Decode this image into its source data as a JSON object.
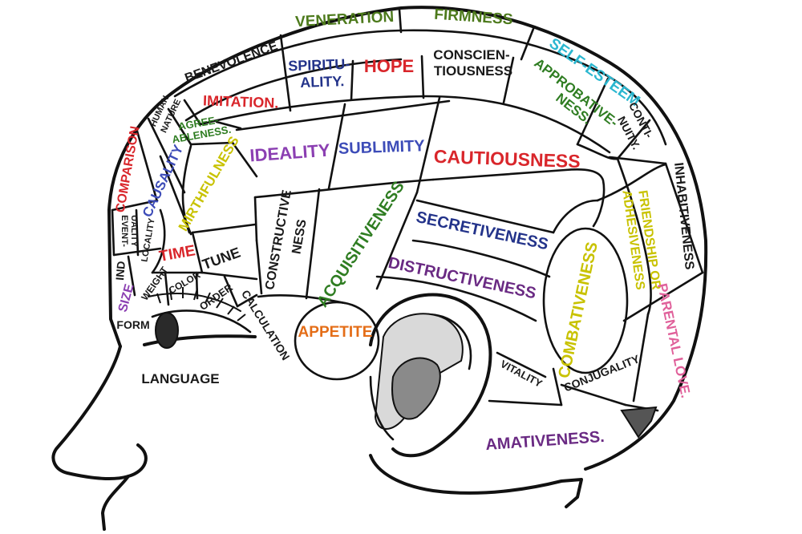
{
  "colors": {
    "red": "#d9262b",
    "green": "#2f7d22",
    "olive": "#4d7a1c",
    "purple": "#6a2a83",
    "violet": "#8b3fb2",
    "blue": "#3d4cb8",
    "navy": "#23338a",
    "orange": "#e46d17",
    "yellow": "#c8c200",
    "cyan": "#2bb7d0",
    "pink": "#e0609a",
    "black": "#1a1a1a"
  },
  "faculties": [
    {
      "id": "veneration",
      "text": "VENERATION",
      "color": "olive"
    },
    {
      "id": "firmness",
      "text": "FIRMNESS",
      "color": "olive"
    },
    {
      "id": "benevolence",
      "text": "BENEVOLENCE",
      "color": "black"
    },
    {
      "id": "spirituality-1",
      "text": "SPIRITU-",
      "color": "navy"
    },
    {
      "id": "spirituality-2",
      "text": "ALITY.",
      "color": "navy"
    },
    {
      "id": "hope",
      "text": "HOPE",
      "color": "red"
    },
    {
      "id": "conscientiousness-1",
      "text": "CONSCIEN-",
      "color": "black"
    },
    {
      "id": "conscientiousness-2",
      "text": "TIOUSNESS",
      "color": "black"
    },
    {
      "id": "self-esteem",
      "text": "SELF-ESTEEM",
      "color": "cyan"
    },
    {
      "id": "approbativeness-1",
      "text": "APPROBATIVE-",
      "color": "green"
    },
    {
      "id": "approbativeness-2",
      "text": "NESS.",
      "color": "green"
    },
    {
      "id": "human-nature-1",
      "text": "HUMAN",
      "color": "black"
    },
    {
      "id": "human-nature-2",
      "text": "NATURE",
      "color": "black"
    },
    {
      "id": "imitation",
      "text": "IMITATION.",
      "color": "red"
    },
    {
      "id": "agreeableness-1",
      "text": "AGREE-",
      "color": "green"
    },
    {
      "id": "agreeableness-2",
      "text": "ABLENESS.",
      "color": "green"
    },
    {
      "id": "continuity-1",
      "text": "CONTI-",
      "color": "black"
    },
    {
      "id": "continuity-2",
      "text": "NUITY.",
      "color": "black"
    },
    {
      "id": "comparison",
      "text": "COMPARISON",
      "color": "red"
    },
    {
      "id": "causality",
      "text": "CAUSALITY",
      "color": "blue"
    },
    {
      "id": "mirthfulness",
      "text": "MIRTHFULNESS",
      "color": "yellow"
    },
    {
      "id": "ideality",
      "text": "IDEALITY",
      "color": "violet"
    },
    {
      "id": "sublimity",
      "text": "SUBLIMITY",
      "color": "blue"
    },
    {
      "id": "cautiousness",
      "text": "CAUTIOUSNESS",
      "color": "red"
    },
    {
      "id": "inhabitiveness",
      "text": "INHABITIVENESS",
      "color": "black"
    },
    {
      "id": "friendship-1",
      "text": "FRIENDSHIP OR",
      "color": "yellow"
    },
    {
      "id": "friendship-2",
      "text": "ADHESIVENESS",
      "color": "yellow"
    },
    {
      "id": "eventuality-1",
      "text": "EVENT-",
      "color": "black"
    },
    {
      "id": "eventuality-2",
      "text": "UALITY",
      "color": "black"
    },
    {
      "id": "individuality",
      "text": "IND",
      "color": "black"
    },
    {
      "id": "locality",
      "text": "LOCALITY",
      "color": "black"
    },
    {
      "id": "time",
      "text": "TIME",
      "color": "red"
    },
    {
      "id": "tune",
      "text": "TUNE",
      "color": "black"
    },
    {
      "id": "constructiveness-1",
      "text": "CONSTRUCTIVE",
      "color": "black"
    },
    {
      "id": "constructiveness-2",
      "text": "NESS",
      "color": "black"
    },
    {
      "id": "acquisitiveness",
      "text": "ACQUISITIVENESS",
      "color": "green"
    },
    {
      "id": "secretiveness",
      "text": "SECRETIVENESS",
      "color": "navy"
    },
    {
      "id": "destructiveness",
      "text": "DISTRUCTIVENESS",
      "color": "purple"
    },
    {
      "id": "combativeness",
      "text": "COMBATIVENESS",
      "color": "yellow"
    },
    {
      "id": "parental-love",
      "text": "PARENTAL LOVE.",
      "color": "pink"
    },
    {
      "id": "size",
      "text": "SIZE",
      "color": "violet"
    },
    {
      "id": "weight",
      "text": "WEIGHT",
      "color": "black"
    },
    {
      "id": "color",
      "text": "COLOR",
      "color": "black"
    },
    {
      "id": "order",
      "text": "ORDER",
      "color": "black"
    },
    {
      "id": "calculation",
      "text": "CALCULATION",
      "color": "black"
    },
    {
      "id": "form",
      "text": "FORM",
      "color": "black"
    },
    {
      "id": "language",
      "text": "LANGUAGE",
      "color": "black"
    },
    {
      "id": "appetite",
      "text": "APPETITE",
      "color": "orange"
    },
    {
      "id": "vitality",
      "text": "VITALITY",
      "color": "black"
    },
    {
      "id": "conjugality",
      "text": "CONJUGALITY",
      "color": "black"
    },
    {
      "id": "amativeness",
      "text": "AMATIVENESS.",
      "color": "purple"
    }
  ]
}
